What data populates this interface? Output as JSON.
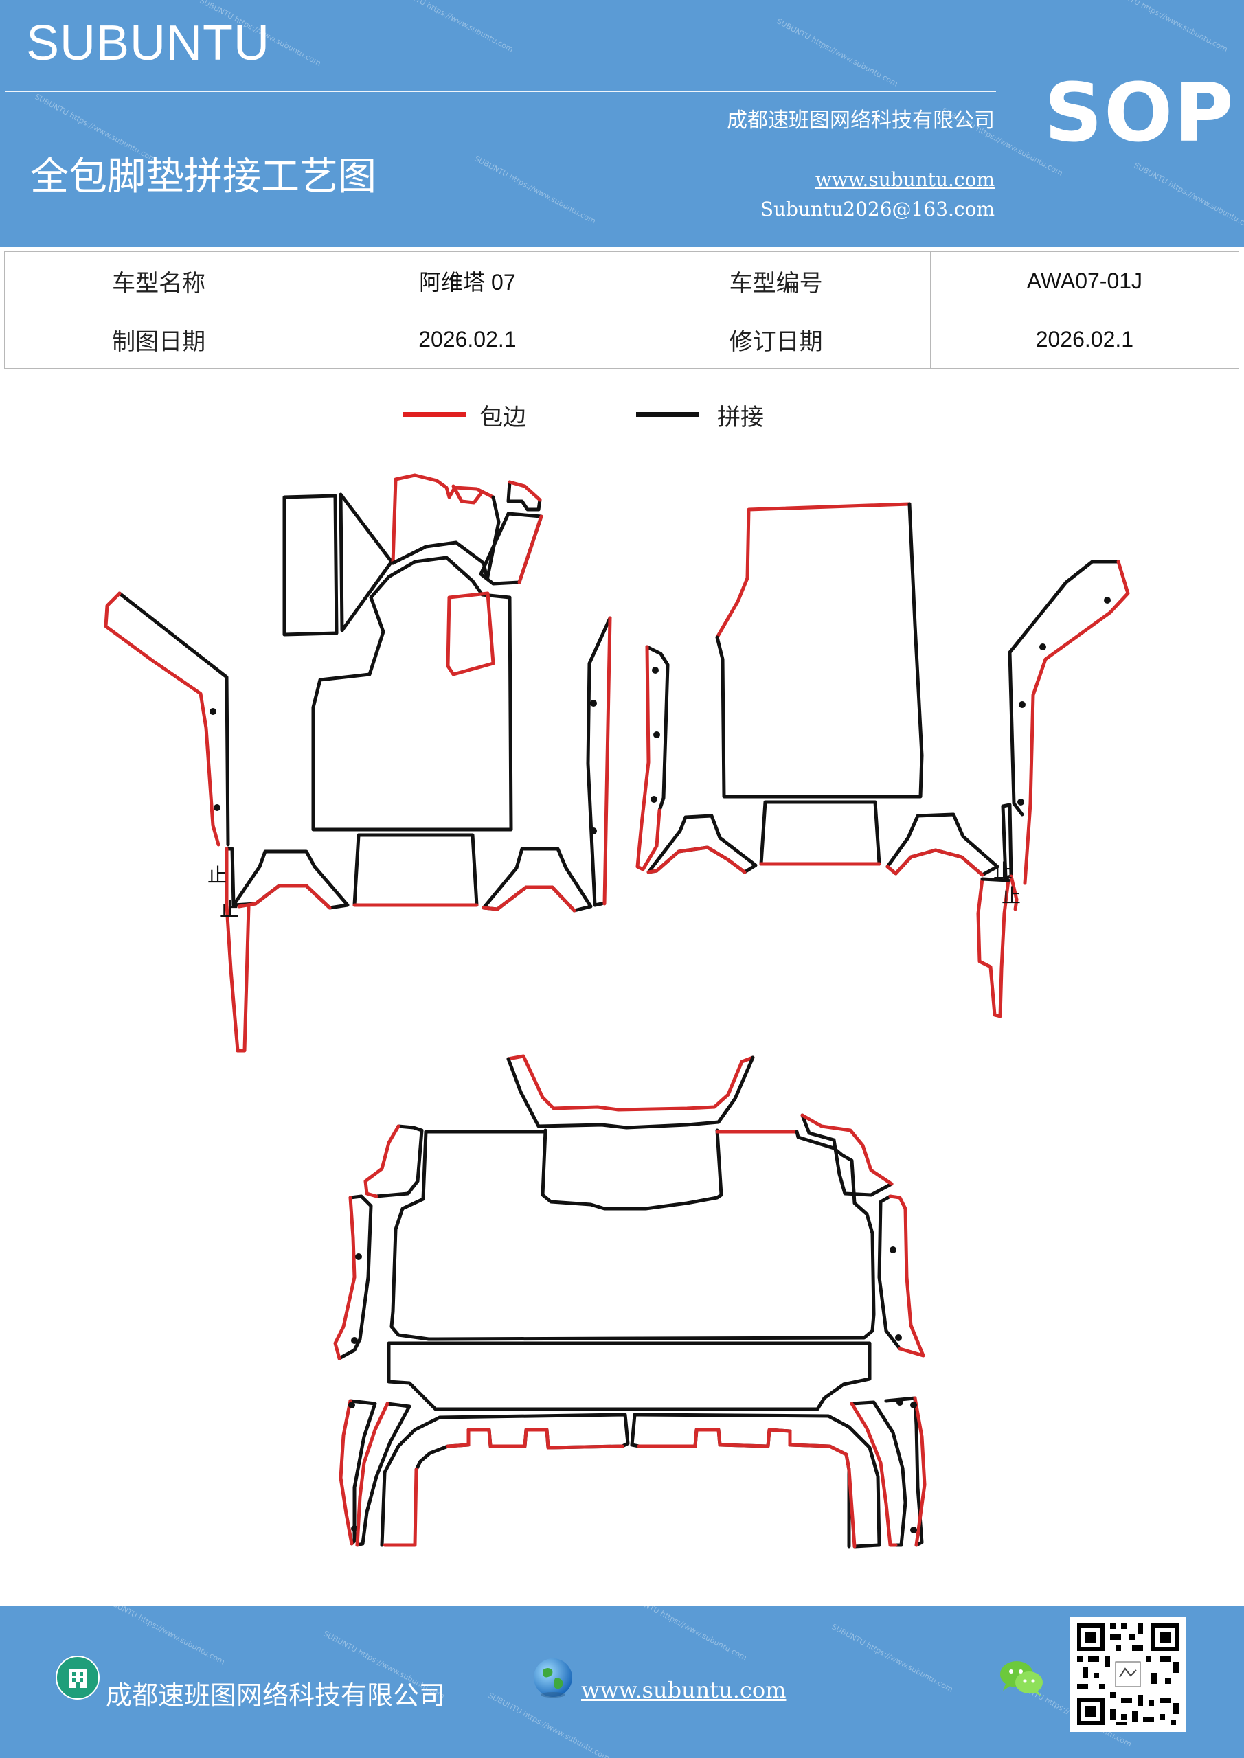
{
  "header": {
    "brand": "SUBUNTU",
    "company": "成都速班图网络科技有限公司",
    "badge": "SOP",
    "title": "全包脚垫拼接工艺图",
    "website": "www.subuntu.com",
    "email": "Subuntu2026@163.com"
  },
  "info_table": {
    "rows": [
      [
        "车型名称",
        "阿维塔 07",
        "车型编号",
        "AWA07-01J"
      ],
      [
        "制图日期",
        "2026.02.1",
        "修订日期",
        "2026.02.1"
      ]
    ]
  },
  "legend": {
    "items": [
      {
        "label": "包边",
        "color": "#e02020"
      },
      {
        "label": "拼接",
        "color": "#111111"
      }
    ]
  },
  "diagram": {
    "marks": [
      "止",
      "止",
      "止",
      "止"
    ]
  },
  "footer": {
    "company": "成都速班图网络科技有限公司",
    "website": "www.subuntu.com",
    "icons": [
      "building-icon",
      "globe-icon",
      "wechat-icon",
      "qr-code"
    ]
  }
}
